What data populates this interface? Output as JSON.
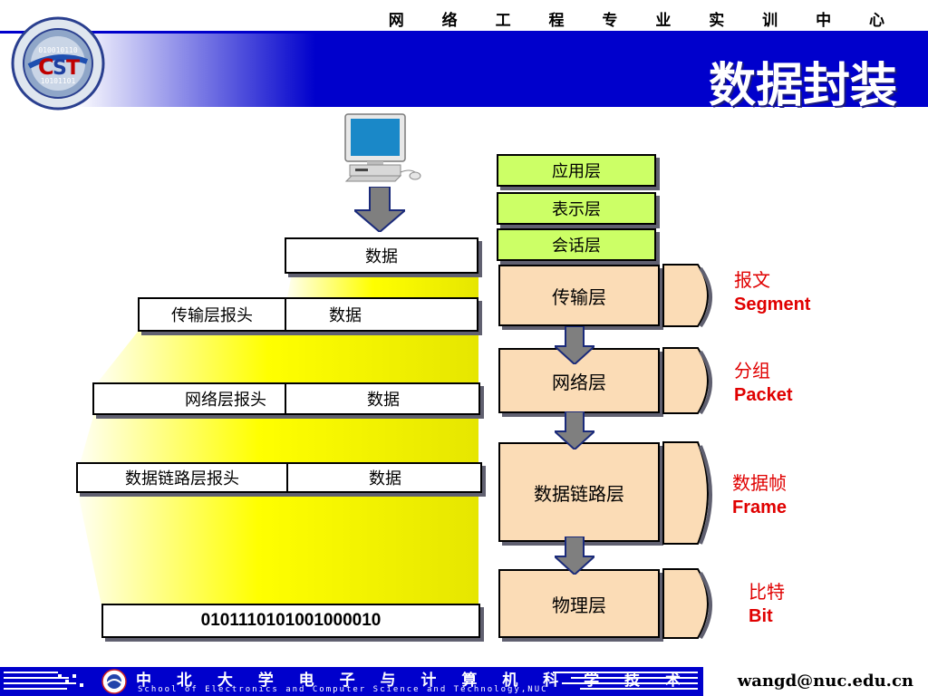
{
  "header": {
    "center_name": "网 络 工 程 专 业 实 训 中 心",
    "title": "数据封装"
  },
  "encapsulation": {
    "data_only": "数据",
    "transport_header": "传输层报头",
    "transport_data": "数据",
    "network_header": "网络层报头",
    "network_data": "数据",
    "datalink_header": "数据链路层报头",
    "datalink_data": "数据",
    "bits": "0101110101001000010"
  },
  "layers": {
    "application": "应用层",
    "presentation": "表示层",
    "session": "会话层",
    "transport": "传输层",
    "network": "网络层",
    "datalink": "数据链路层",
    "physical": "物理层"
  },
  "pdu": {
    "segment_cn": "报文",
    "segment_en": "Segment",
    "packet_cn": "分组",
    "packet_en": "Packet",
    "frame_cn": "数据帧",
    "frame_en": "Frame",
    "bit_cn": "比特",
    "bit_en": "Bit"
  },
  "footer": {
    "school_cn": "中 北 大 学 电 子 与 计 算 机 科 学 技 术 学 院",
    "school_en": "School of Electronics and Computer Science and Technology,NUC",
    "email": "wangd@nuc.edu.cn"
  },
  "colors": {
    "header_blue": "#0000cc",
    "yellow": "#ffff00",
    "layer_fill": "#fbdcb6",
    "upper_layer_fill": "#ccff66",
    "pdu_text": "#e00000"
  },
  "icons": [
    "computer-icon",
    "cst-logo",
    "nuc-emblem-icon",
    "down-arrow-icon",
    "chevron-right-icon"
  ]
}
